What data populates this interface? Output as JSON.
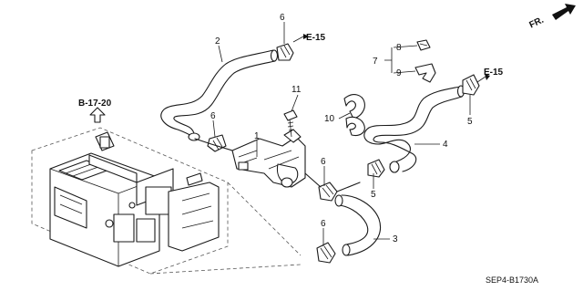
{
  "callouts": {
    "c1": "1",
    "c2": "2",
    "c3": "3",
    "c4": "4",
    "c5a": "5",
    "c5b": "5",
    "c6a": "6",
    "c6b": "6",
    "c6c": "6",
    "c6d": "6",
    "c7": "7",
    "c8": "8",
    "c9": "9",
    "c10": "10",
    "c11": "11"
  },
  "references": {
    "e15_top": "E-15",
    "e15_right": "E-15",
    "b1720": "B-17-20",
    "front": "FR."
  },
  "diagram_code": "SEP4-B1730A",
  "icons": {
    "front": "front-direction-arrow-icon",
    "up": "up-arrow-icon",
    "ref": "reference-arrow-icon"
  },
  "colors": {
    "line": "#1a1a1a",
    "background": "#ffffff"
  }
}
